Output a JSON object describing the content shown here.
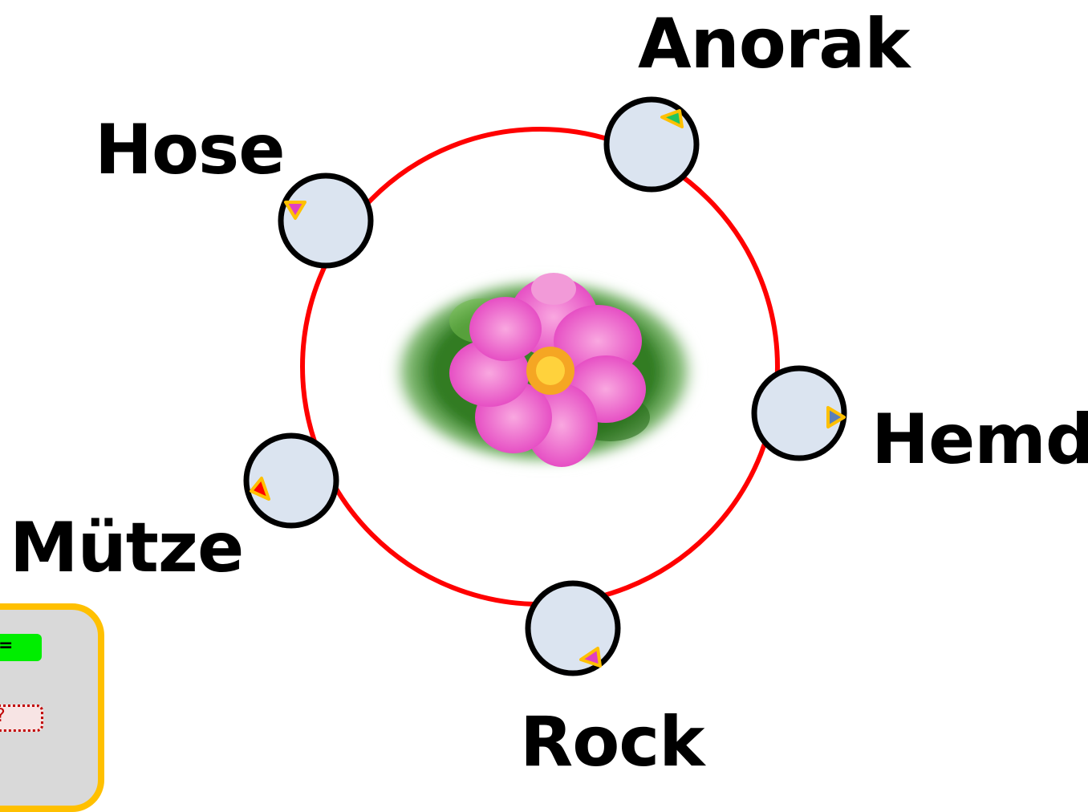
{
  "labels": {
    "anorak": "Anorak",
    "hose": "Hose",
    "hemd": "Hemd",
    "muetze": "Mütze",
    "rock": "Rock"
  },
  "panel": {
    "button_text": "=",
    "field_text": "?"
  },
  "colors": {
    "ring": "#ff0000",
    "node_fill": "#dbe4f0",
    "node_stroke": "#000000",
    "marker_outline": "#ffc000",
    "panel_bg": "#d9d9d9",
    "panel_border": "#ffc000",
    "panel_button": "#00ee00",
    "panel_field_border": "#c00000"
  },
  "center_image": "pink-flower",
  "markers": [
    {
      "node": "anorak",
      "color": "#22c55e"
    },
    {
      "node": "hose",
      "color": "#e040c0"
    },
    {
      "node": "hemd",
      "color": "#5b7fb8"
    },
    {
      "node": "muetze",
      "color": "#ff0000"
    },
    {
      "node": "rock",
      "color": "#e040c0"
    }
  ]
}
